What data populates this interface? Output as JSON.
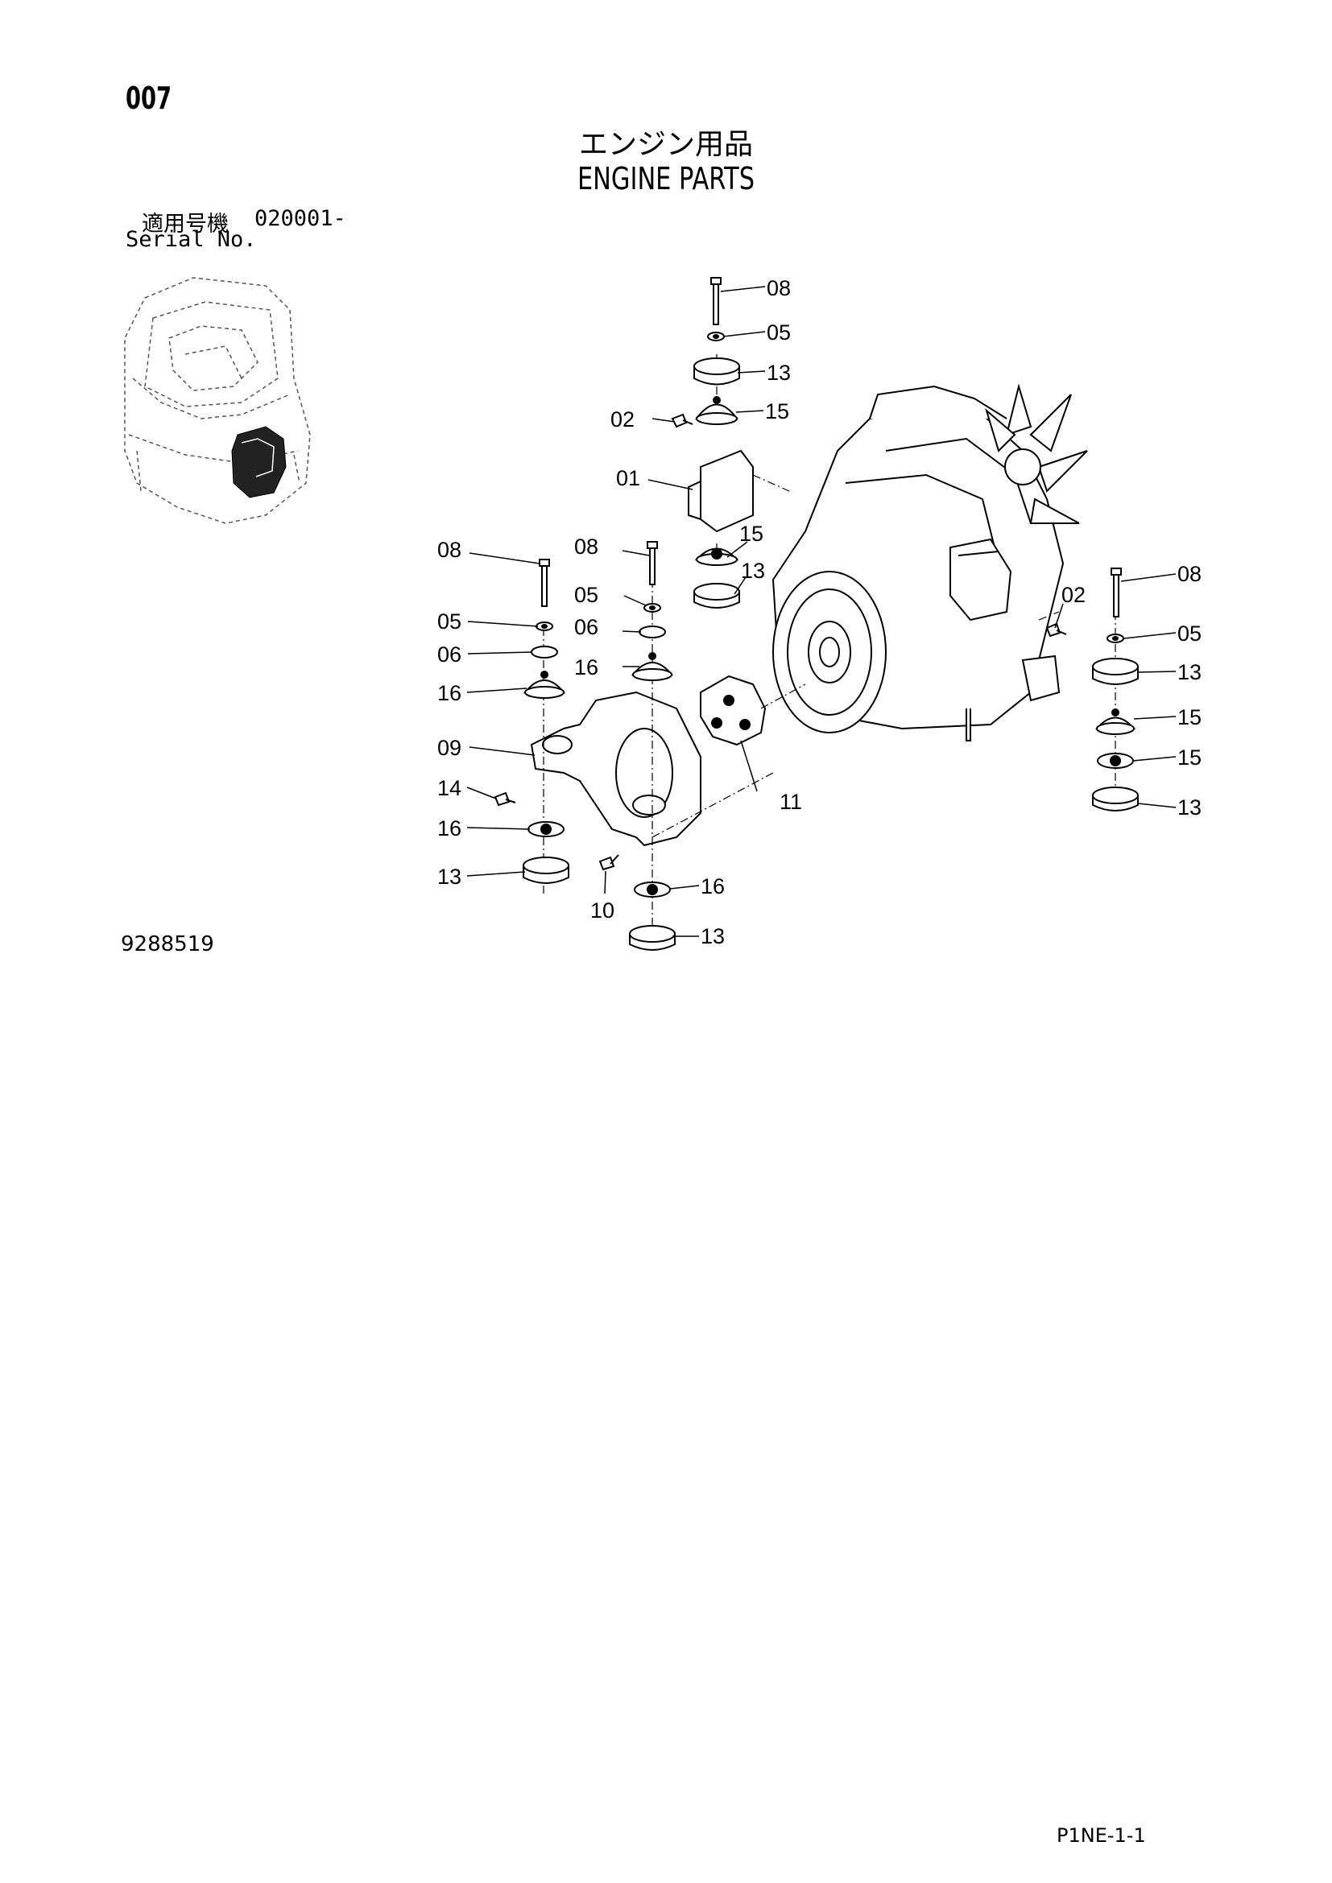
{
  "header": {
    "page_number": "007",
    "title_jp": "エンジン用品",
    "title_en": "ENGINE PARTS",
    "serial_label_jp": "適用号機",
    "serial_value": "020001-",
    "serial_label_en": "Serial No."
  },
  "footer": {
    "drawing_number": "9288519",
    "page_code": "P1NE-1-1"
  },
  "callouts": [
    "08",
    "05",
    "13",
    "15",
    "02",
    "01",
    "15",
    "13",
    "08",
    "05",
    "06",
    "16",
    "08",
    "05",
    "06",
    "16",
    "09",
    "14",
    "16",
    "13",
    "10",
    "16",
    "13",
    "11",
    "02",
    "08",
    "05",
    "13",
    "15",
    "15",
    "13"
  ]
}
